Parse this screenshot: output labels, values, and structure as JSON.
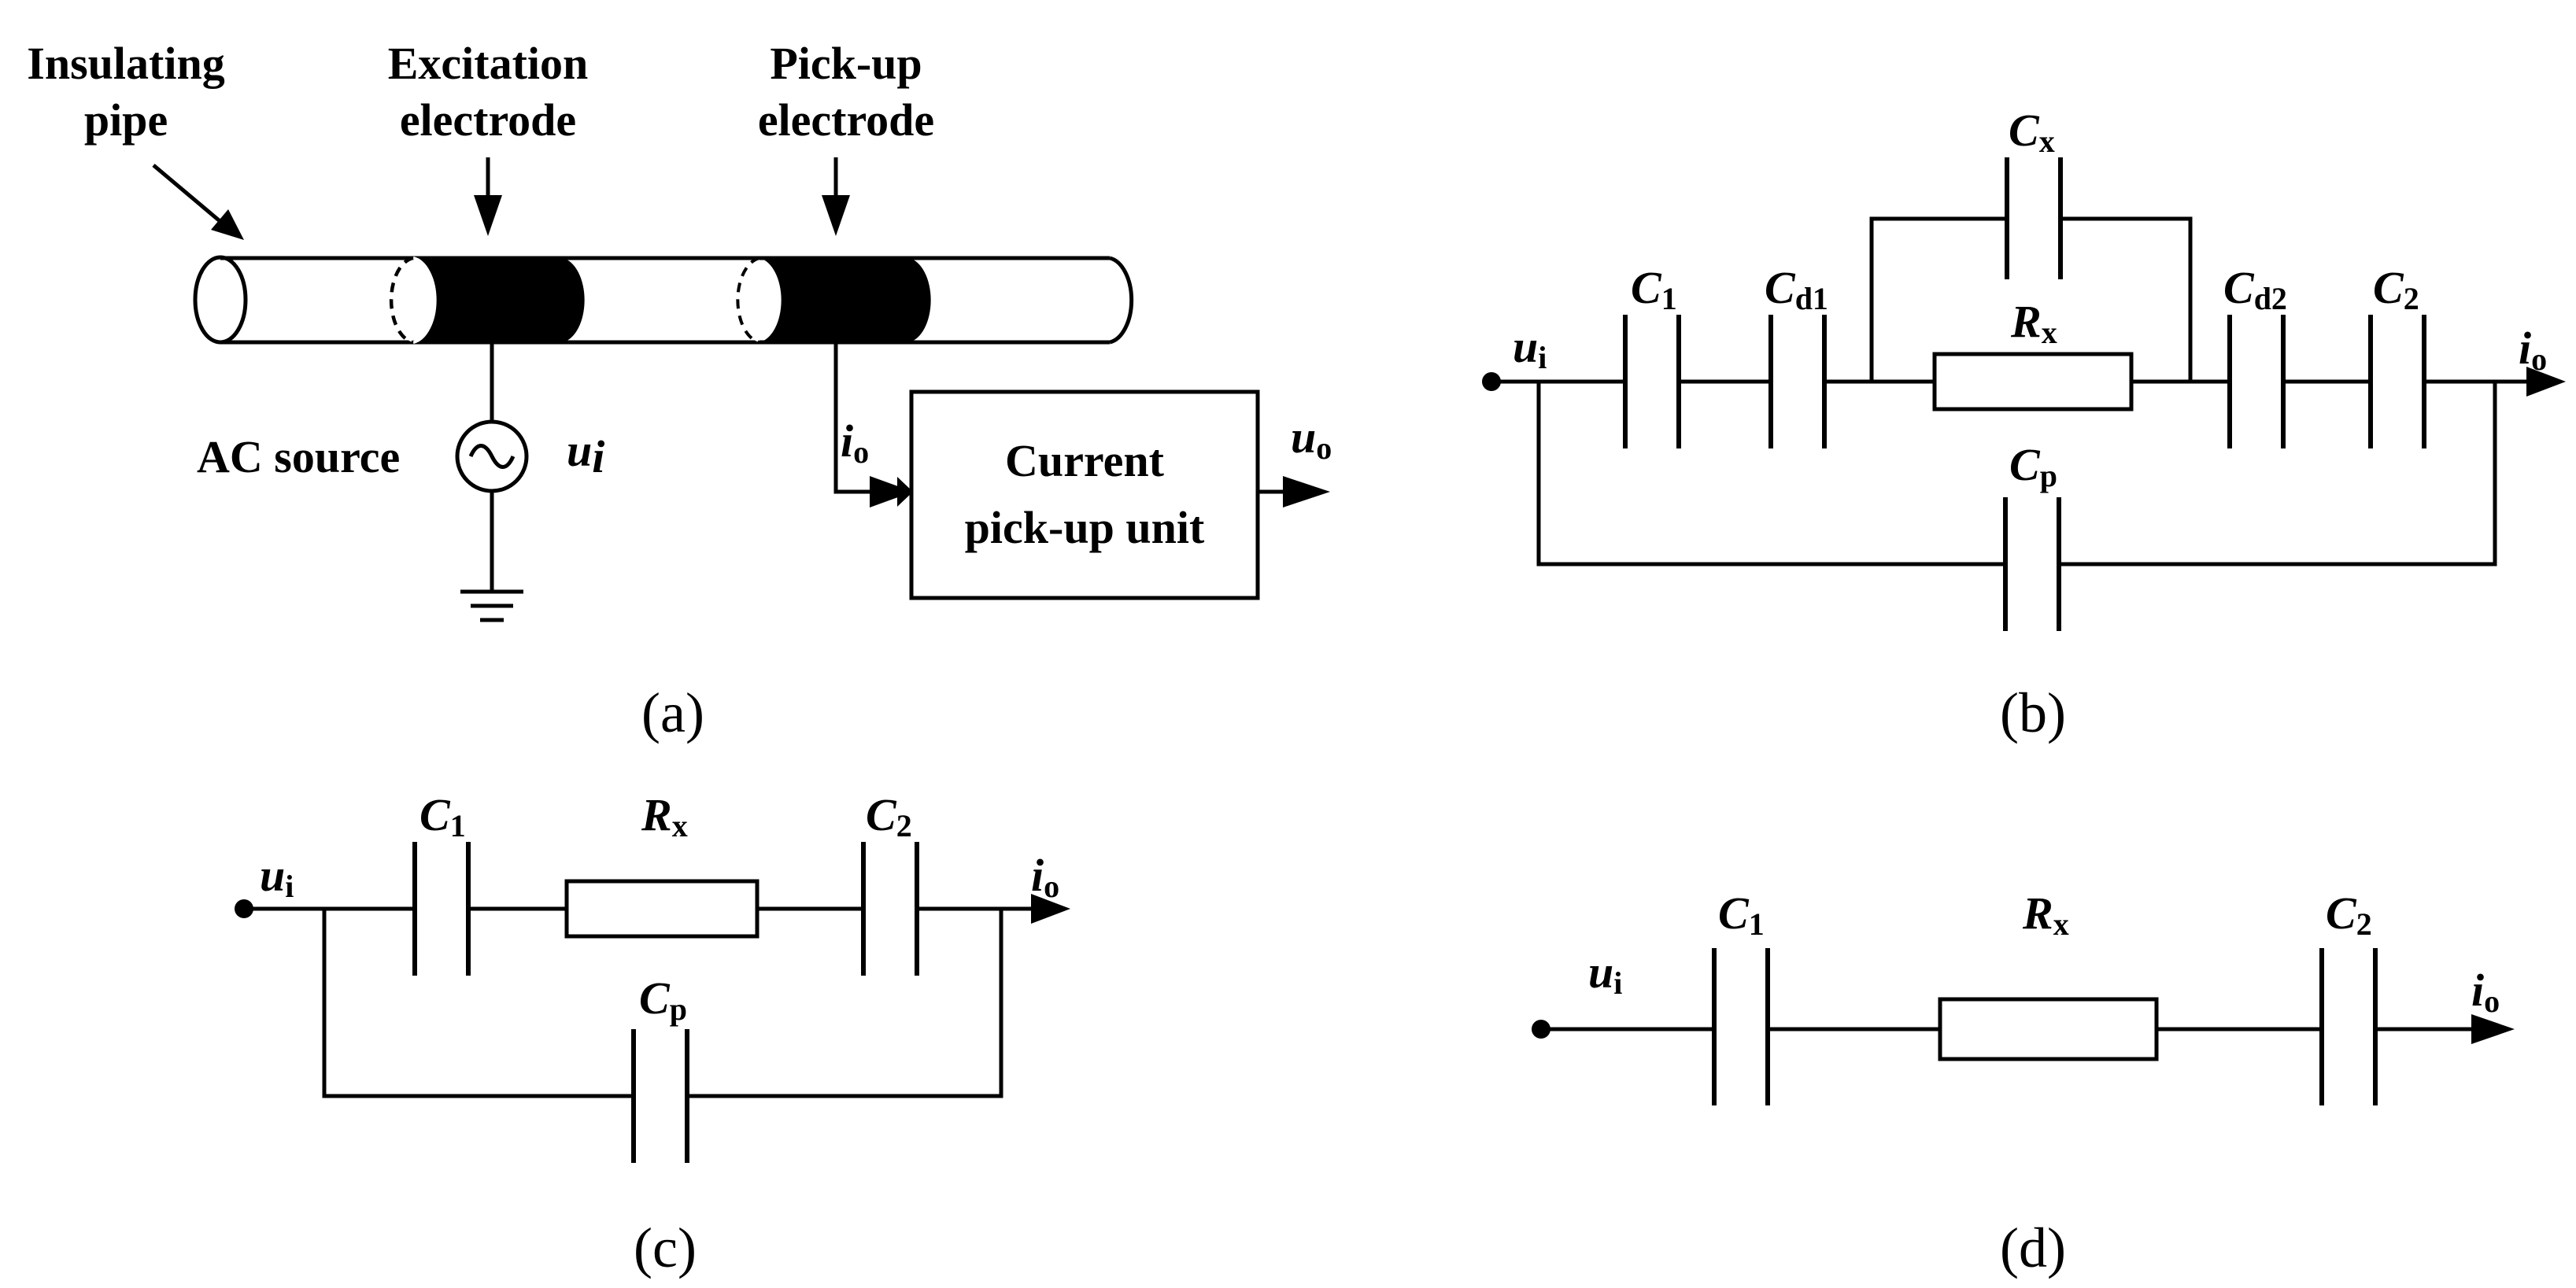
{
  "panel_a": {
    "insulating_pipe_line1": "Insulating",
    "insulating_pipe_line2": "pipe",
    "excitation_line1": "Excitation",
    "excitation_line2": "electrode",
    "pickup_line1": "Pick-up",
    "pickup_line2": "electrode",
    "ac_source": "AC source",
    "ui_main": "u",
    "ui_sub": "i",
    "io_main": "i",
    "io_sub": "o",
    "uo_main": "u",
    "uo_sub": "o",
    "unit_line1": "Current",
    "unit_line2": "pick-up unit",
    "caption": "(a)"
  },
  "panel_b": {
    "ui_main": "u",
    "ui_sub": "i",
    "io_main": "i",
    "io_sub": "o",
    "c1_main": "C",
    "c1_sub": "1",
    "cd1_main": "C",
    "cd1_sub": "d1",
    "cx_main": "C",
    "cx_sub": "x",
    "rx_main": "R",
    "rx_sub": "x",
    "cd2_main": "C",
    "cd2_sub": "d2",
    "c2_main": "C",
    "c2_sub": "2",
    "cp_main": "C",
    "cp_sub": "p",
    "caption": "(b)"
  },
  "panel_c": {
    "ui_main": "u",
    "ui_sub": "i",
    "io_main": "i",
    "io_sub": "o",
    "c1_main": "C",
    "c1_sub": "1",
    "rx_main": "R",
    "rx_sub": "x",
    "c2_main": "C",
    "c2_sub": "2",
    "cp_main": "C",
    "cp_sub": "p",
    "caption": "(c)"
  },
  "panel_d": {
    "ui_main": "u",
    "ui_sub": "i",
    "io_main": "i",
    "io_sub": "o",
    "c1_main": "C",
    "c1_sub": "1",
    "rx_main": "R",
    "rx_sub": "x",
    "c2_main": "C",
    "c2_sub": "2",
    "caption": "(d)"
  }
}
